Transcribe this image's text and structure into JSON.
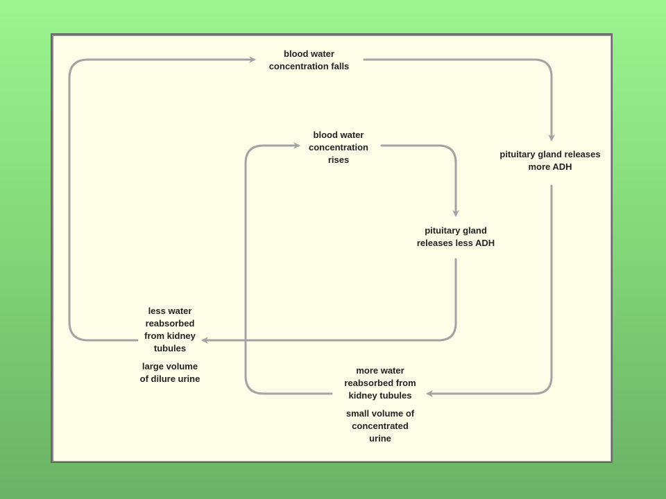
{
  "nodes": {
    "blood_falls": "blood water\nconcentration falls",
    "pituitary_more": "pituitary gland releases\nmore ADH",
    "more_reabsorbed": "more water\nreabsorbed from\nkidney tubules",
    "small_volume": "small volume of\nconcentrated\nurine",
    "blood_rises": "blood water\nconcentration\nrises",
    "pituitary_less": "pituitary gland\nreleases less ADH",
    "less_reabsorbed": "less water\nreabsorbed\nfrom kidney\ntubules",
    "large_volume": "large volume\nof dilure urine"
  },
  "colors": {
    "arrow": "#a3a3a3",
    "panel": "#fdfde8",
    "text": "#222222"
  }
}
